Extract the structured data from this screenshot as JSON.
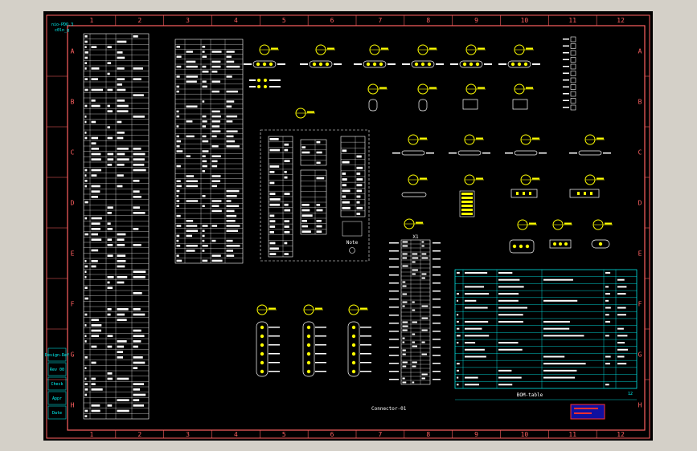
{
  "frame": {
    "columns": [
      "1",
      "2",
      "3",
      "4",
      "5",
      "6",
      "7",
      "8",
      "9",
      "10",
      "11",
      "12"
    ],
    "rows": [
      "A",
      "B",
      "C",
      "D",
      "E",
      "F",
      "G",
      "H"
    ],
    "colors": {
      "frame": "#ff6060",
      "table_lines": "#00ffff",
      "background": "#000000",
      "symbol": "#ffff00"
    }
  },
  "titles": {
    "top_left": "nio-PDO.3",
    "top_left_sub": "c0ln_g",
    "center_bottom": "Connector-01",
    "bottom_table": "BOM-table"
  },
  "left_stamps": [
    "Design-Ref",
    "Rev 00",
    "Check",
    "Appr",
    "Date"
  ],
  "bottom_table_stamp": "12",
  "connector_labels": [
    "C01",
    "C02",
    "C03",
    "C04",
    "C05",
    "C06",
    "C07",
    "C08",
    "C09",
    "C10",
    "C11",
    "C12"
  ],
  "terminal_strip_title": "X1",
  "legend_box_title": "Note"
}
